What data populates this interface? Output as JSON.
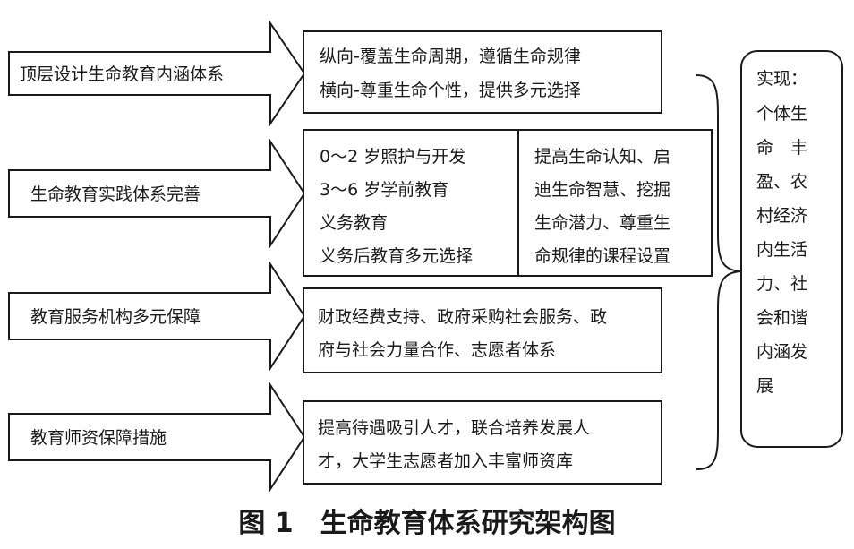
{
  "rows": [
    {
      "label": "顶层设计生命教育内涵体系",
      "content": [
        "纵向-覆盖生命周期，遵循生命规律",
        "横向-尊重生命个性，提供多元选择"
      ]
    },
    {
      "label": "生命教育实践体系完善",
      "content_left": [
        "0～2 岁照护与开发",
        "3～6 岁学前教育",
        "义务教育",
        "义务后教育多元选择"
      ],
      "content_right": [
        "提高生命认知、启",
        "迪生命智慧、挖掘",
        "生命潜力、尊重生",
        "命规律的课程设置"
      ]
    },
    {
      "label": "教育服务机构多元保障",
      "content": [
        "财政经费支持、政府采购社会服务、政",
        "府与社会力量合作、志愿者体系"
      ]
    },
    {
      "label": "教育师资保障措施",
      "content": [
        "提高待遇吸引人才，联合培养发展人",
        "才，大学生志愿者加入丰富师资库"
      ]
    }
  ],
  "outcome": {
    "lines": [
      "实现：",
      "个体生",
      "命　丰",
      "盈、农",
      "村经济",
      "内生活",
      "力、社",
      "会和谐",
      "内涵发",
      "展"
    ]
  },
  "caption": "图 1　生命教育体系研究架构图"
}
